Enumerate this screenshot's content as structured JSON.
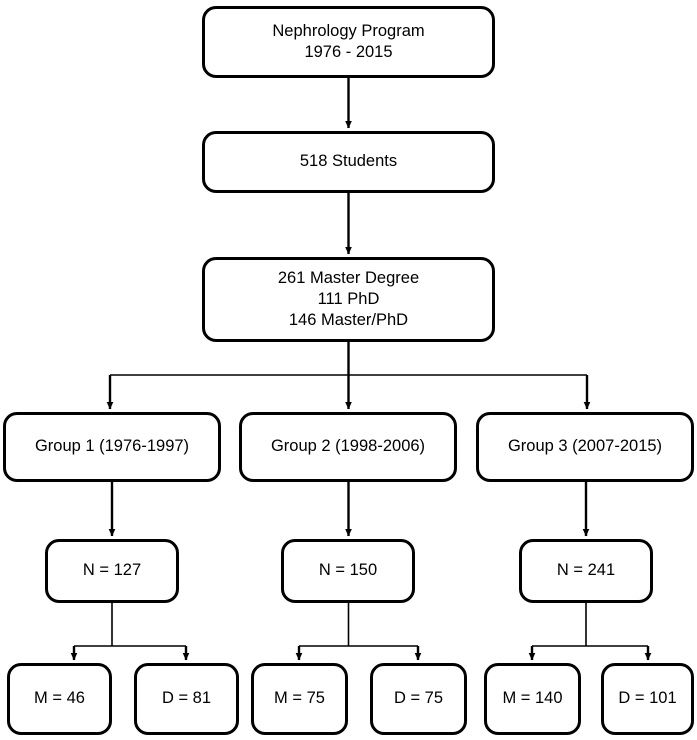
{
  "diagram": {
    "title": "Nephrology Program student flow diagram",
    "type": "flowchart",
    "colors": {
      "stroke": "#000000",
      "fill": "#ffffff",
      "text": "#000000"
    },
    "nodes": {
      "root": {
        "line1": "Nephrology Program",
        "line2": "1976 - 2015"
      },
      "students": {
        "line1": "518 Students"
      },
      "degrees": {
        "line1": "261 Master Degree",
        "line2": "111 PhD",
        "line3": "146 Master/PhD"
      },
      "group1": {
        "label": "Group 1 (1976-1997)"
      },
      "group2": {
        "label": "Group 2 (1998-2006)"
      },
      "group3": {
        "label": "Group 3 (2007-2015)"
      },
      "n1": {
        "label": "N = 127"
      },
      "n2": {
        "label": "N = 150"
      },
      "n3": {
        "label": "N = 241"
      },
      "leaf1": {
        "label": "M = 46"
      },
      "leaf2": {
        "label": "D = 81"
      },
      "leaf3": {
        "label": "M = 75"
      },
      "leaf4": {
        "label": "D = 75"
      },
      "leaf5": {
        "label": "M = 140"
      },
      "leaf6": {
        "label": "D = 101"
      }
    }
  }
}
